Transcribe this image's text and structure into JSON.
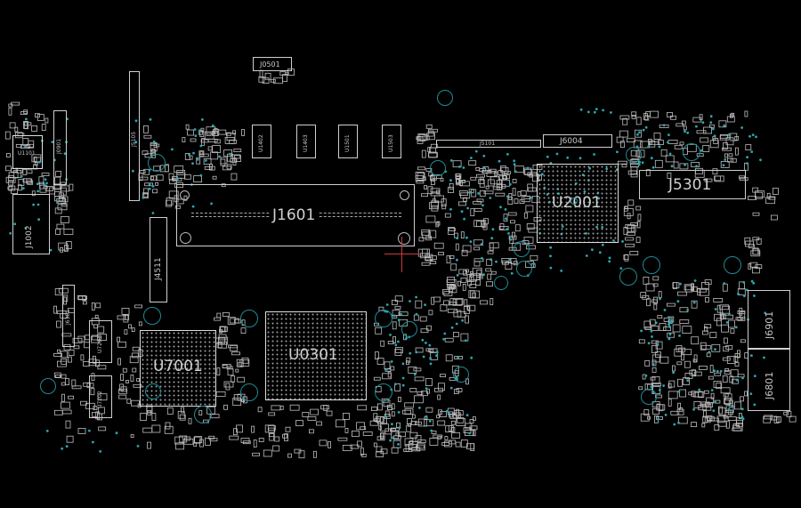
{
  "board": {
    "components": {
      "J1601": "J1601",
      "U2001": "U2001",
      "U0301": "U0301",
      "U7001": "U7001",
      "J5301": "J5301",
      "J6004": "J6004",
      "J6901": "J6901",
      "J6801": "J6801",
      "J1002": "J1002",
      "U1101": "U1101",
      "J4511": "J4511",
      "J0501": "J0501",
      "J6301": "J6301",
      "U7201": "U7201",
      "U7202": "U7202",
      "J5101": "J5101",
      "J5105": "J5105",
      "J0901": "J0901",
      "U1402": "U1402",
      "U1403": "U1403",
      "U1501": "U1501",
      "U1503": "U1503"
    }
  },
  "colors": {
    "background": "#000000",
    "outline": "#cfcfcf",
    "via": "#1f8b95",
    "marker": "#d03a3a"
  }
}
